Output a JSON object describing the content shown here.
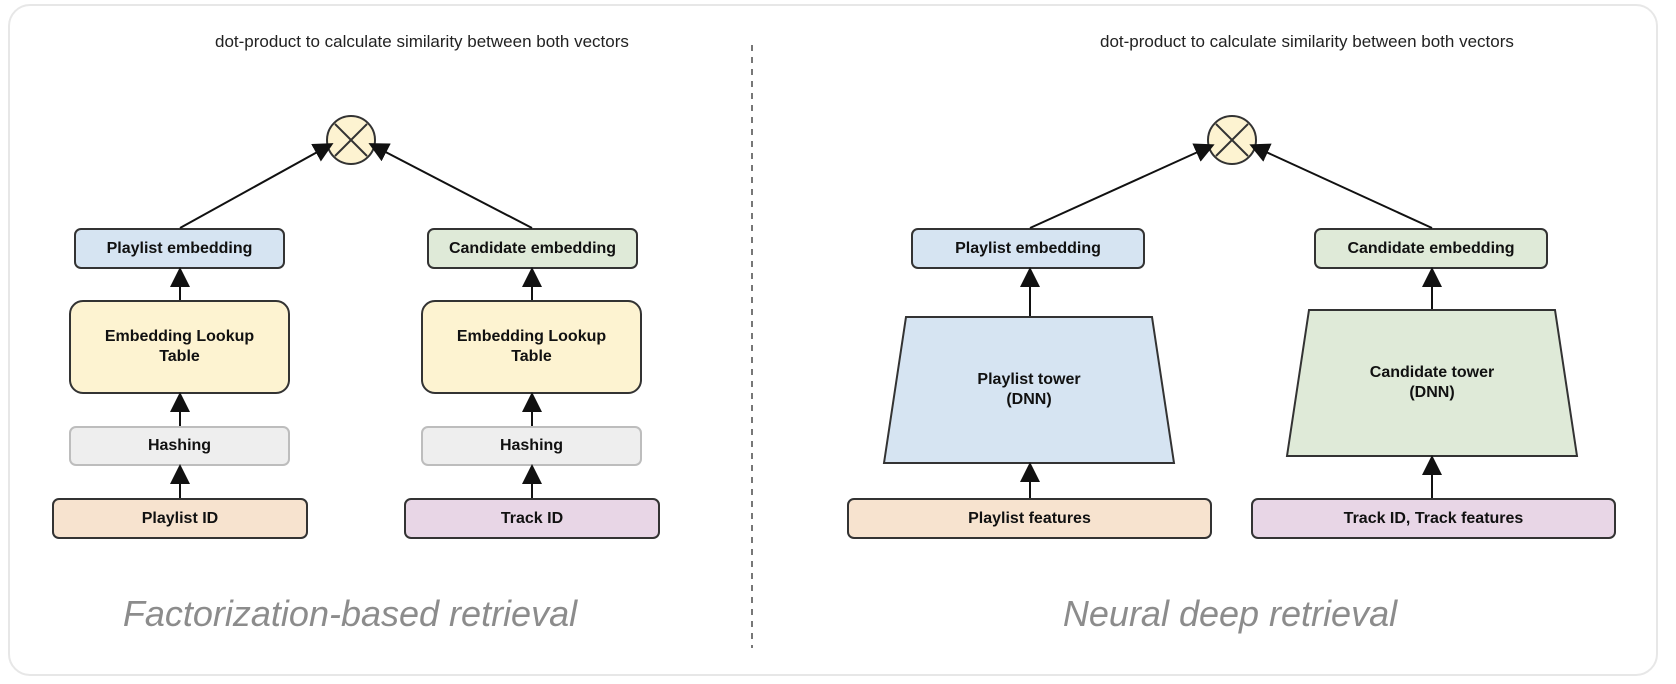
{
  "diagram": {
    "left_panel": {
      "annotation": "dot-product to calculate\nsimilarity between both vectors",
      "title": "Factorization-based retrieval",
      "nodes": {
        "playlist_embedding": "Playlist embedding",
        "candidate_embedding": "Candidate embedding",
        "playlist_lookup": "Embedding Lookup\nTable",
        "candidate_lookup": "Embedding Lookup\nTable",
        "playlist_hashing": "Hashing",
        "candidate_hashing": "Hashing",
        "playlist_id": "Playlist ID",
        "track_id": "Track ID"
      }
    },
    "right_panel": {
      "annotation": "dot-product to calculate\nsimilarity between both vectors",
      "title": "Neural deep retrieval",
      "nodes": {
        "playlist_embedding": "Playlist embedding",
        "candidate_embedding": "Candidate embedding",
        "playlist_tower": "Playlist tower\n(DNN)",
        "candidate_tower": "Candidate tower\n(DNN)",
        "playlist_features": "Playlist features",
        "track_features": "Track ID, Track features"
      }
    },
    "colors": {
      "blue": "#d6e4f2",
      "green": "#dfead8",
      "yellow": "#fdf3d1",
      "grey": "#eeeeee",
      "peach": "#f7e3cf",
      "pink": "#e8d6e6",
      "operator": "#fdf3d1",
      "caption": "#8c8c8c"
    },
    "icons": {
      "operator": "dot-product-operator-icon"
    }
  }
}
